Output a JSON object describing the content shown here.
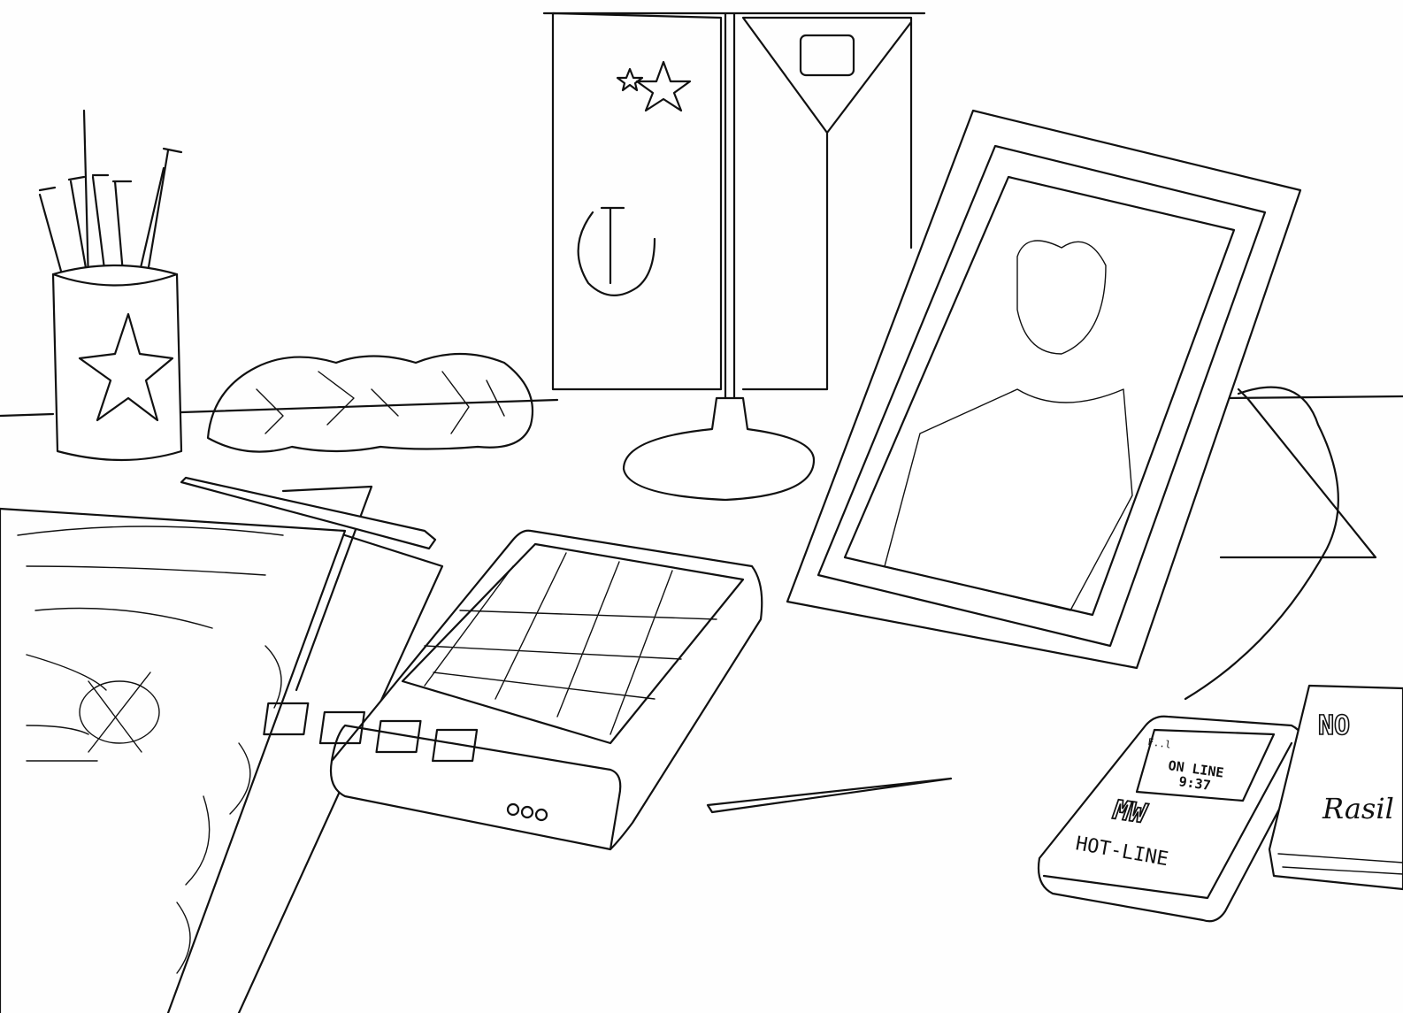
{
  "hotline_device": {
    "signal_label": "F..l",
    "status": "ON LINE",
    "time": "9:37",
    "brand": "MW",
    "product": "HOT-LINE"
  },
  "book": {
    "title": "NO",
    "author_signature": "Rasil"
  },
  "colors": {
    "ink": "#111111",
    "paper": "#fefefe"
  }
}
